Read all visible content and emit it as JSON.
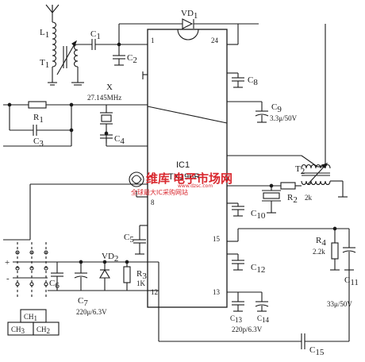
{
  "labels": {
    "vd1": "VD",
    "vd1_sub": "1",
    "l1": "L",
    "l1_sub": "1",
    "t1": "T",
    "t1_sub": "1",
    "c1": "C",
    "c1_sub": "1",
    "c2": "C",
    "c2_sub": "2",
    "crystal_x": "X",
    "crystal_freq": "27.145MHz",
    "r1": "R",
    "r1_sub": "1",
    "c3": "C",
    "c3_sub": "3",
    "c4": "C",
    "c4_sub": "4",
    "c5": "C",
    "c5_sub": "5",
    "c6": "C",
    "c6_sub": "6",
    "c7": "C",
    "c7_sub": "7",
    "c7_value": "220μ/6.3V",
    "vd2": "VD",
    "vd2_sub": "2",
    "r3": "R",
    "r3_sub": "3",
    "r3_value": "1K",
    "c8": "C",
    "c8_sub": "8",
    "c9": "C",
    "c9_sub": "9",
    "c9_value": "3.3μ/50V",
    "ic": "IC1",
    "ic_part": "TX196R",
    "t2": "T",
    "t2_sub": "2",
    "r2": "R",
    "r2_sub": "2",
    "r2_value": "2k",
    "c10": "C",
    "c10_sub": "10",
    "r4": "R",
    "r4_sub": "4",
    "r4_value": "2.2k",
    "c11": "C",
    "c11_sub": "11",
    "c11_value": "33μ/50V",
    "c12": "C",
    "c12_sub": "12",
    "c13": "C",
    "c13_sub": "13",
    "c14": "C",
    "c14_sub": "14",
    "c13_value": "220p/6.3V",
    "c15": "C",
    "c15_sub": "15",
    "ch1": "CH",
    "ch1_sub": "1",
    "ch2": "CH",
    "ch2_sub": "2",
    "ch3": "CH",
    "ch3_sub": "3",
    "plus": "+",
    "minus": "-"
  },
  "pins": {
    "p1": "1",
    "p8": "8",
    "p12": "12",
    "p13": "13",
    "p15": "15",
    "p24": "24"
  },
  "watermark": {
    "brand": "维库",
    "brand2": "电子市场网",
    "url": "www.dzsc.com",
    "slogan": "全球最大IC采购网站"
  }
}
